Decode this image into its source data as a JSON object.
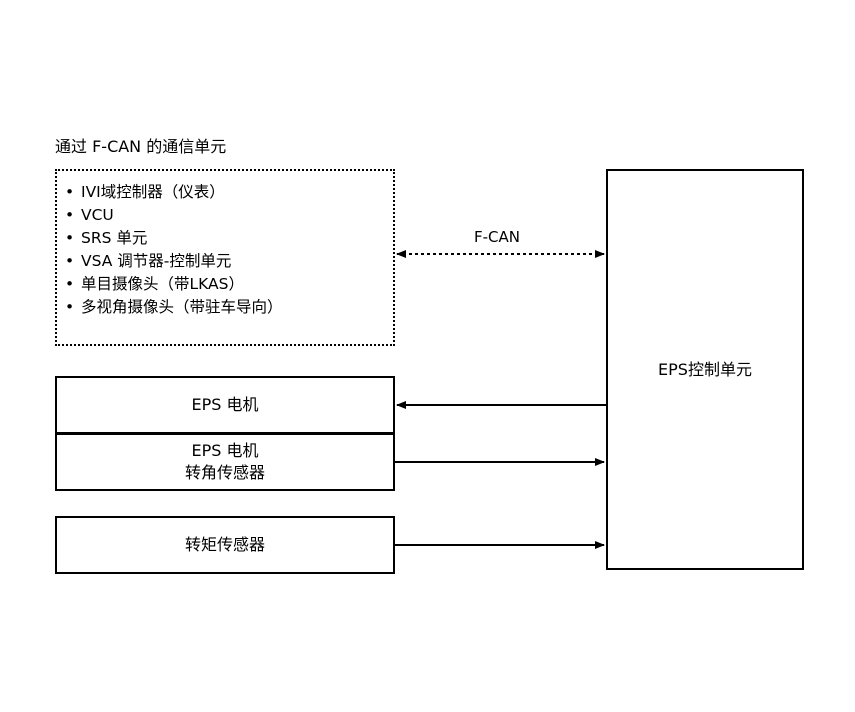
{
  "title": "通过 F-CAN 的通信单元",
  "can_units": [
    "IVI域控制器（仪表）",
    "VCU",
    "SRS 单元",
    "VSA 调节器-控制单元",
    "单目摄像头（带LKAS）",
    "多视角摄像头（带驻车导向）"
  ],
  "bullet_char": "•",
  "bus_label": "F-CAN",
  "control_unit": "EPS控制单元",
  "motor": "EPS 电机",
  "motor_sensor": {
    "line1": "EPS 电机",
    "line2": "转角传感器"
  },
  "torque_sensor": "转矩传感器"
}
